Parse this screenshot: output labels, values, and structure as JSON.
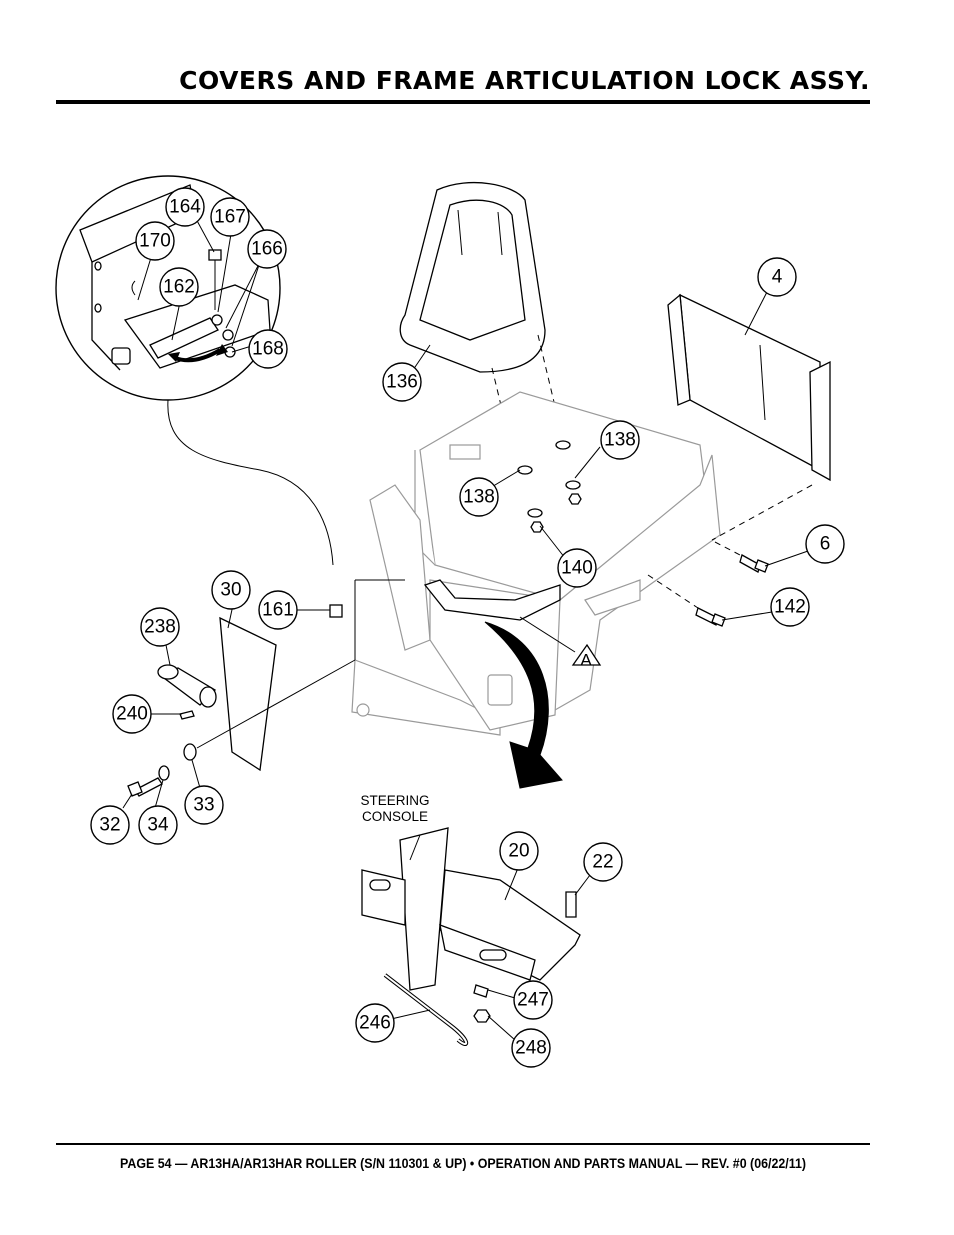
{
  "header": {
    "title": "COVERS AND FRAME ARTICULATION LOCK ASSY."
  },
  "footer": {
    "text": "PAGE 54 — AR13HA/AR13HAR ROLLER (S/N 110301 & UP) • OPERATION AND PARTS MANUAL — REV. #0 (06/22/11)"
  },
  "diagram": {
    "note_line1": "STEERING",
    "note_line2": "CONSOLE",
    "reference_marker": "A",
    "callouts": [
      "164",
      "167",
      "170",
      "166",
      "162",
      "168",
      "136",
      "4",
      "138",
      "138",
      "140",
      "6",
      "142",
      "30",
      "161",
      "238",
      "240",
      "32",
      "34",
      "33",
      "20",
      "22",
      "247",
      "246",
      "248"
    ]
  }
}
